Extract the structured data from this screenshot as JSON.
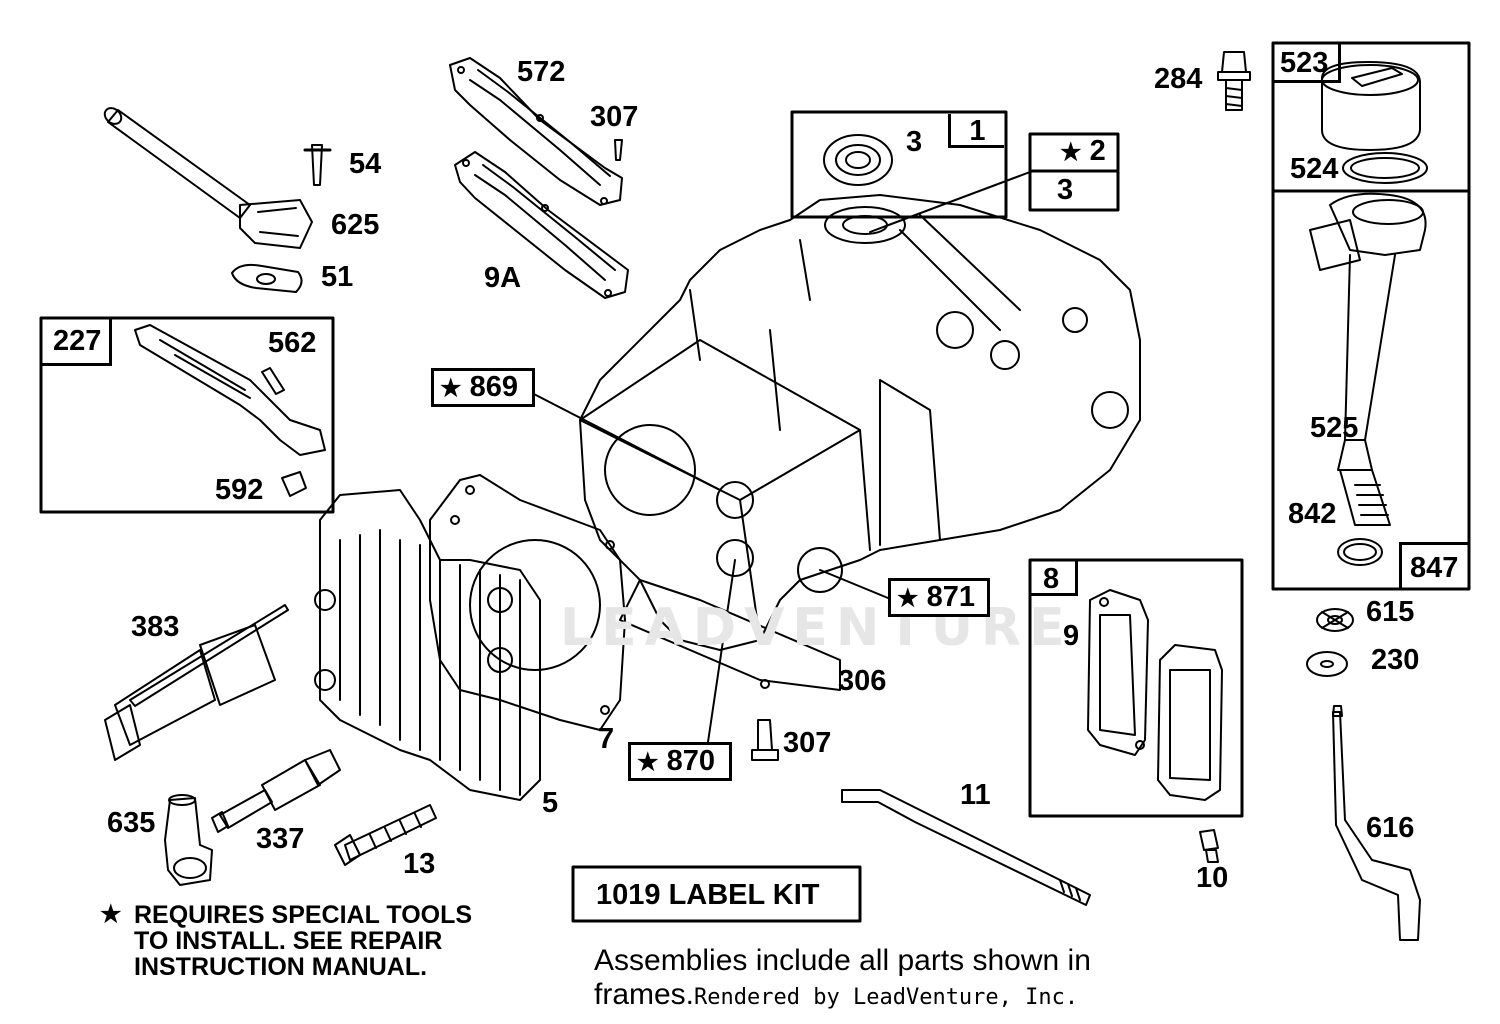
{
  "watermark": "LEADVENTURE",
  "callouts": {
    "c54": "54",
    "c625": "625",
    "c51": "51",
    "c572": "572",
    "c307a": "307",
    "c9a": "9A",
    "c3a": "3",
    "c1": "1",
    "c2": "2",
    "c3b": "3",
    "c284": "284",
    "c523": "523",
    "c524": "524",
    "c525": "525",
    "c842": "842",
    "c847": "847",
    "c615": "615",
    "c230": "230",
    "c616": "616",
    "c227": "227",
    "c562": "562",
    "c592": "592",
    "c869": "869",
    "c871": "871",
    "c870": "870",
    "c306": "306",
    "c307b": "307",
    "c7": "7",
    "c383": "383",
    "c5": "5",
    "c635": "635",
    "c337": "337",
    "c13": "13",
    "c8": "8",
    "c9": "9",
    "c10": "10",
    "c11": "11"
  },
  "star_symbol": "★",
  "label_kit": "1019 LABEL KIT",
  "note": {
    "line1": "REQUIRES SPECIAL TOOLS",
    "line2": "TO INSTALL.  SEE REPAIR",
    "line3": "INSTRUCTION MANUAL."
  },
  "footer": {
    "line1": "Assemblies include all parts shown in",
    "line2": "frames.",
    "credit": "Rendered by LeadVenture, Inc."
  }
}
